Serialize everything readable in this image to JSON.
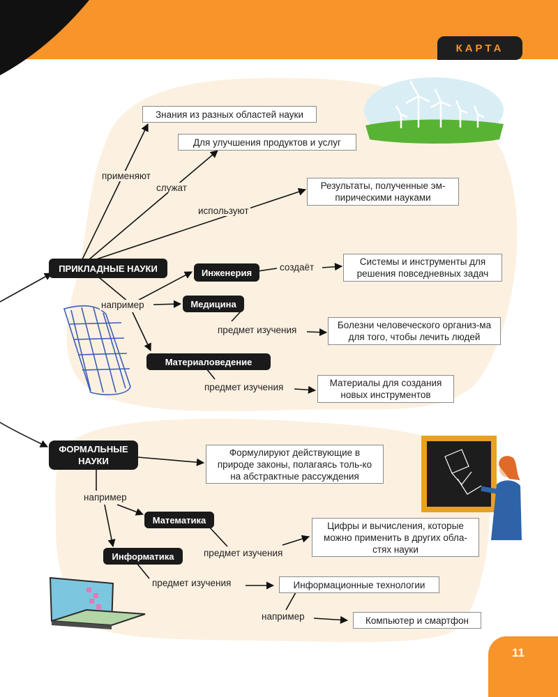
{
  "header": {
    "section_label": "КАРТА"
  },
  "page_number": "11",
  "applied": {
    "title": "ПРИКЛАДНЫЕ НАУКИ",
    "relations": [
      {
        "label": "применяют",
        "target": "Знания из разных областей науки"
      },
      {
        "label": "служат",
        "target": "Для улучшения продуктов и услуг"
      },
      {
        "label": "используют",
        "target": "Результаты, полученные эм-пирическими науками"
      }
    ],
    "example_label": "например",
    "examples": [
      {
        "name": "Инженерия",
        "relation": "создаёт",
        "target": "Системы и инструменты для решения повседневных задач"
      },
      {
        "name": "Медицина",
        "relation": "предмет изучения",
        "target": "Болезни человеческого организ-ма для того, чтобы лечить людей"
      },
      {
        "name": "Материаловедение",
        "relation": "предмет изучения",
        "target": "Материалы для создания новых инструментов"
      }
    ]
  },
  "formal": {
    "title": "ФОРМАЛЬНЫЕ НАУКИ",
    "description": "Формулируют действующие в природе законы, полагаясь толь-ко на абстрактные рассуждения",
    "example_label": "например",
    "examples": [
      {
        "name": "Математика",
        "relation": "предмет изучения",
        "target": "Цифры и вычисления, которые можно применить в других обла-стях науки"
      },
      {
        "name": "Информатика",
        "relation": "предмет изучения",
        "target": "Информационные технологии",
        "sub_label": "например",
        "sub_target": "Компьютер и смартфон"
      }
    ]
  },
  "colors": {
    "orange": "#f7942a",
    "dark": "#1a1a1a",
    "blob": "#fcf1e1"
  }
}
